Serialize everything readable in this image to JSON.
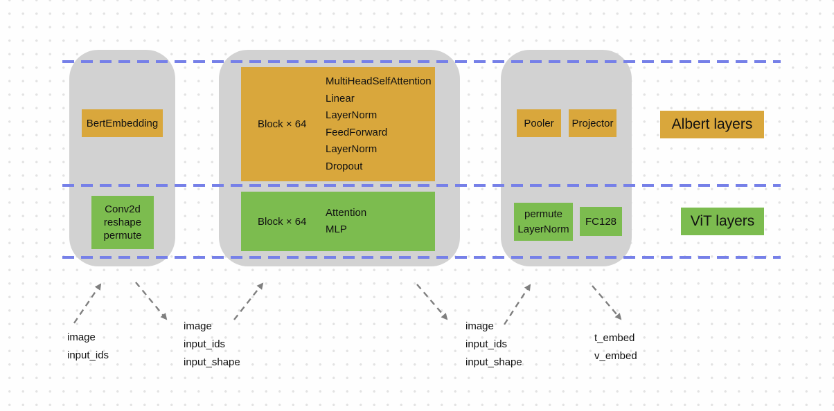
{
  "colors": {
    "albert_orange": "#D9A73C",
    "vit_green": "#7CBC4F",
    "column_gray": "#D2D2D2",
    "divider_blue": "#7680E8",
    "arrow_gray": "#7F7F7F",
    "dot_grid": "#E3E3E3",
    "text": "#111111"
  },
  "legend": {
    "albert_label": "Albert layers",
    "vit_label": "ViT layers"
  },
  "stages": {
    "embedding": {
      "albert_label": "BertEmbedding",
      "vit_lines": [
        "Conv2d",
        "reshape",
        "permute"
      ]
    },
    "encoder": {
      "albert_block_label": "Block × 64",
      "albert_ops": [
        "MultiHeadSelfAttention",
        "Linear",
        "LayerNorm",
        "FeedForward",
        "LayerNorm",
        "Dropout"
      ],
      "vit_block_label": "Block × 64",
      "vit_ops": [
        "Attention",
        "MLP"
      ]
    },
    "head": {
      "albert_pooler": "Pooler",
      "albert_projector": "Projector",
      "vit_permute_lines": [
        "permute",
        "LayerNorm"
      ],
      "vit_fc": "FC128"
    }
  },
  "io": {
    "group1": [
      "image",
      "input_ids"
    ],
    "group2": [
      "image",
      "input_ids",
      "input_shape"
    ],
    "group3": [
      "image",
      "input_ids",
      "input_shape"
    ],
    "group4": [
      "t_embed",
      "v_embed"
    ]
  }
}
